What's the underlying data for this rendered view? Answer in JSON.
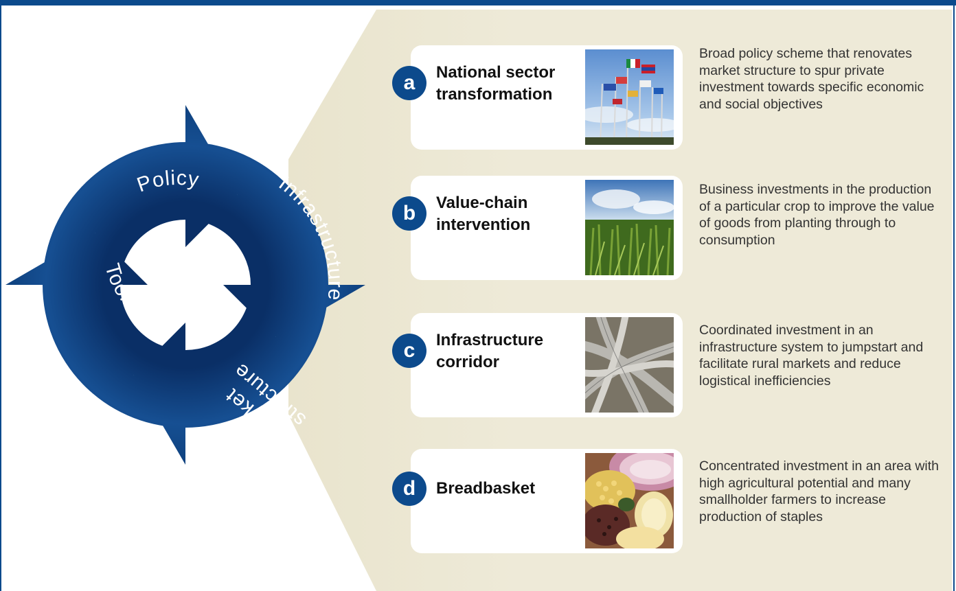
{
  "cycle": {
    "labels": {
      "policy": "Policy",
      "infrastructure": "Infrastructure",
      "market": "Market",
      "structure": "structure",
      "tools": "Tools"
    },
    "color": "#0d4585"
  },
  "panel_color": "#eeead8",
  "cards": [
    {
      "letter": "a",
      "title": "National sector transformation",
      "image": "flags-photo",
      "description": "Broad policy scheme that renovates market structure to spur private investment towards specific economic and social objectives"
    },
    {
      "letter": "b",
      "title": "Value-chain intervention",
      "image": "crop-field-photo",
      "description": "Business investments in the production of a particular crop to improve the value of goods from planting through to consumption"
    },
    {
      "letter": "c",
      "title": "Infrastructure corridor",
      "image": "highway-interchange-photo",
      "description": "Coordinated investment in an infrastructure system to jumpstart and facilitate rural markets and reduce logistical inefficiencies"
    },
    {
      "letter": "d",
      "title": "Breadbasket",
      "image": "staple-foods-photo",
      "description": "Concentrated investment in an area with high agricultural potential and many smallholder farmers to increase production of staples"
    }
  ]
}
